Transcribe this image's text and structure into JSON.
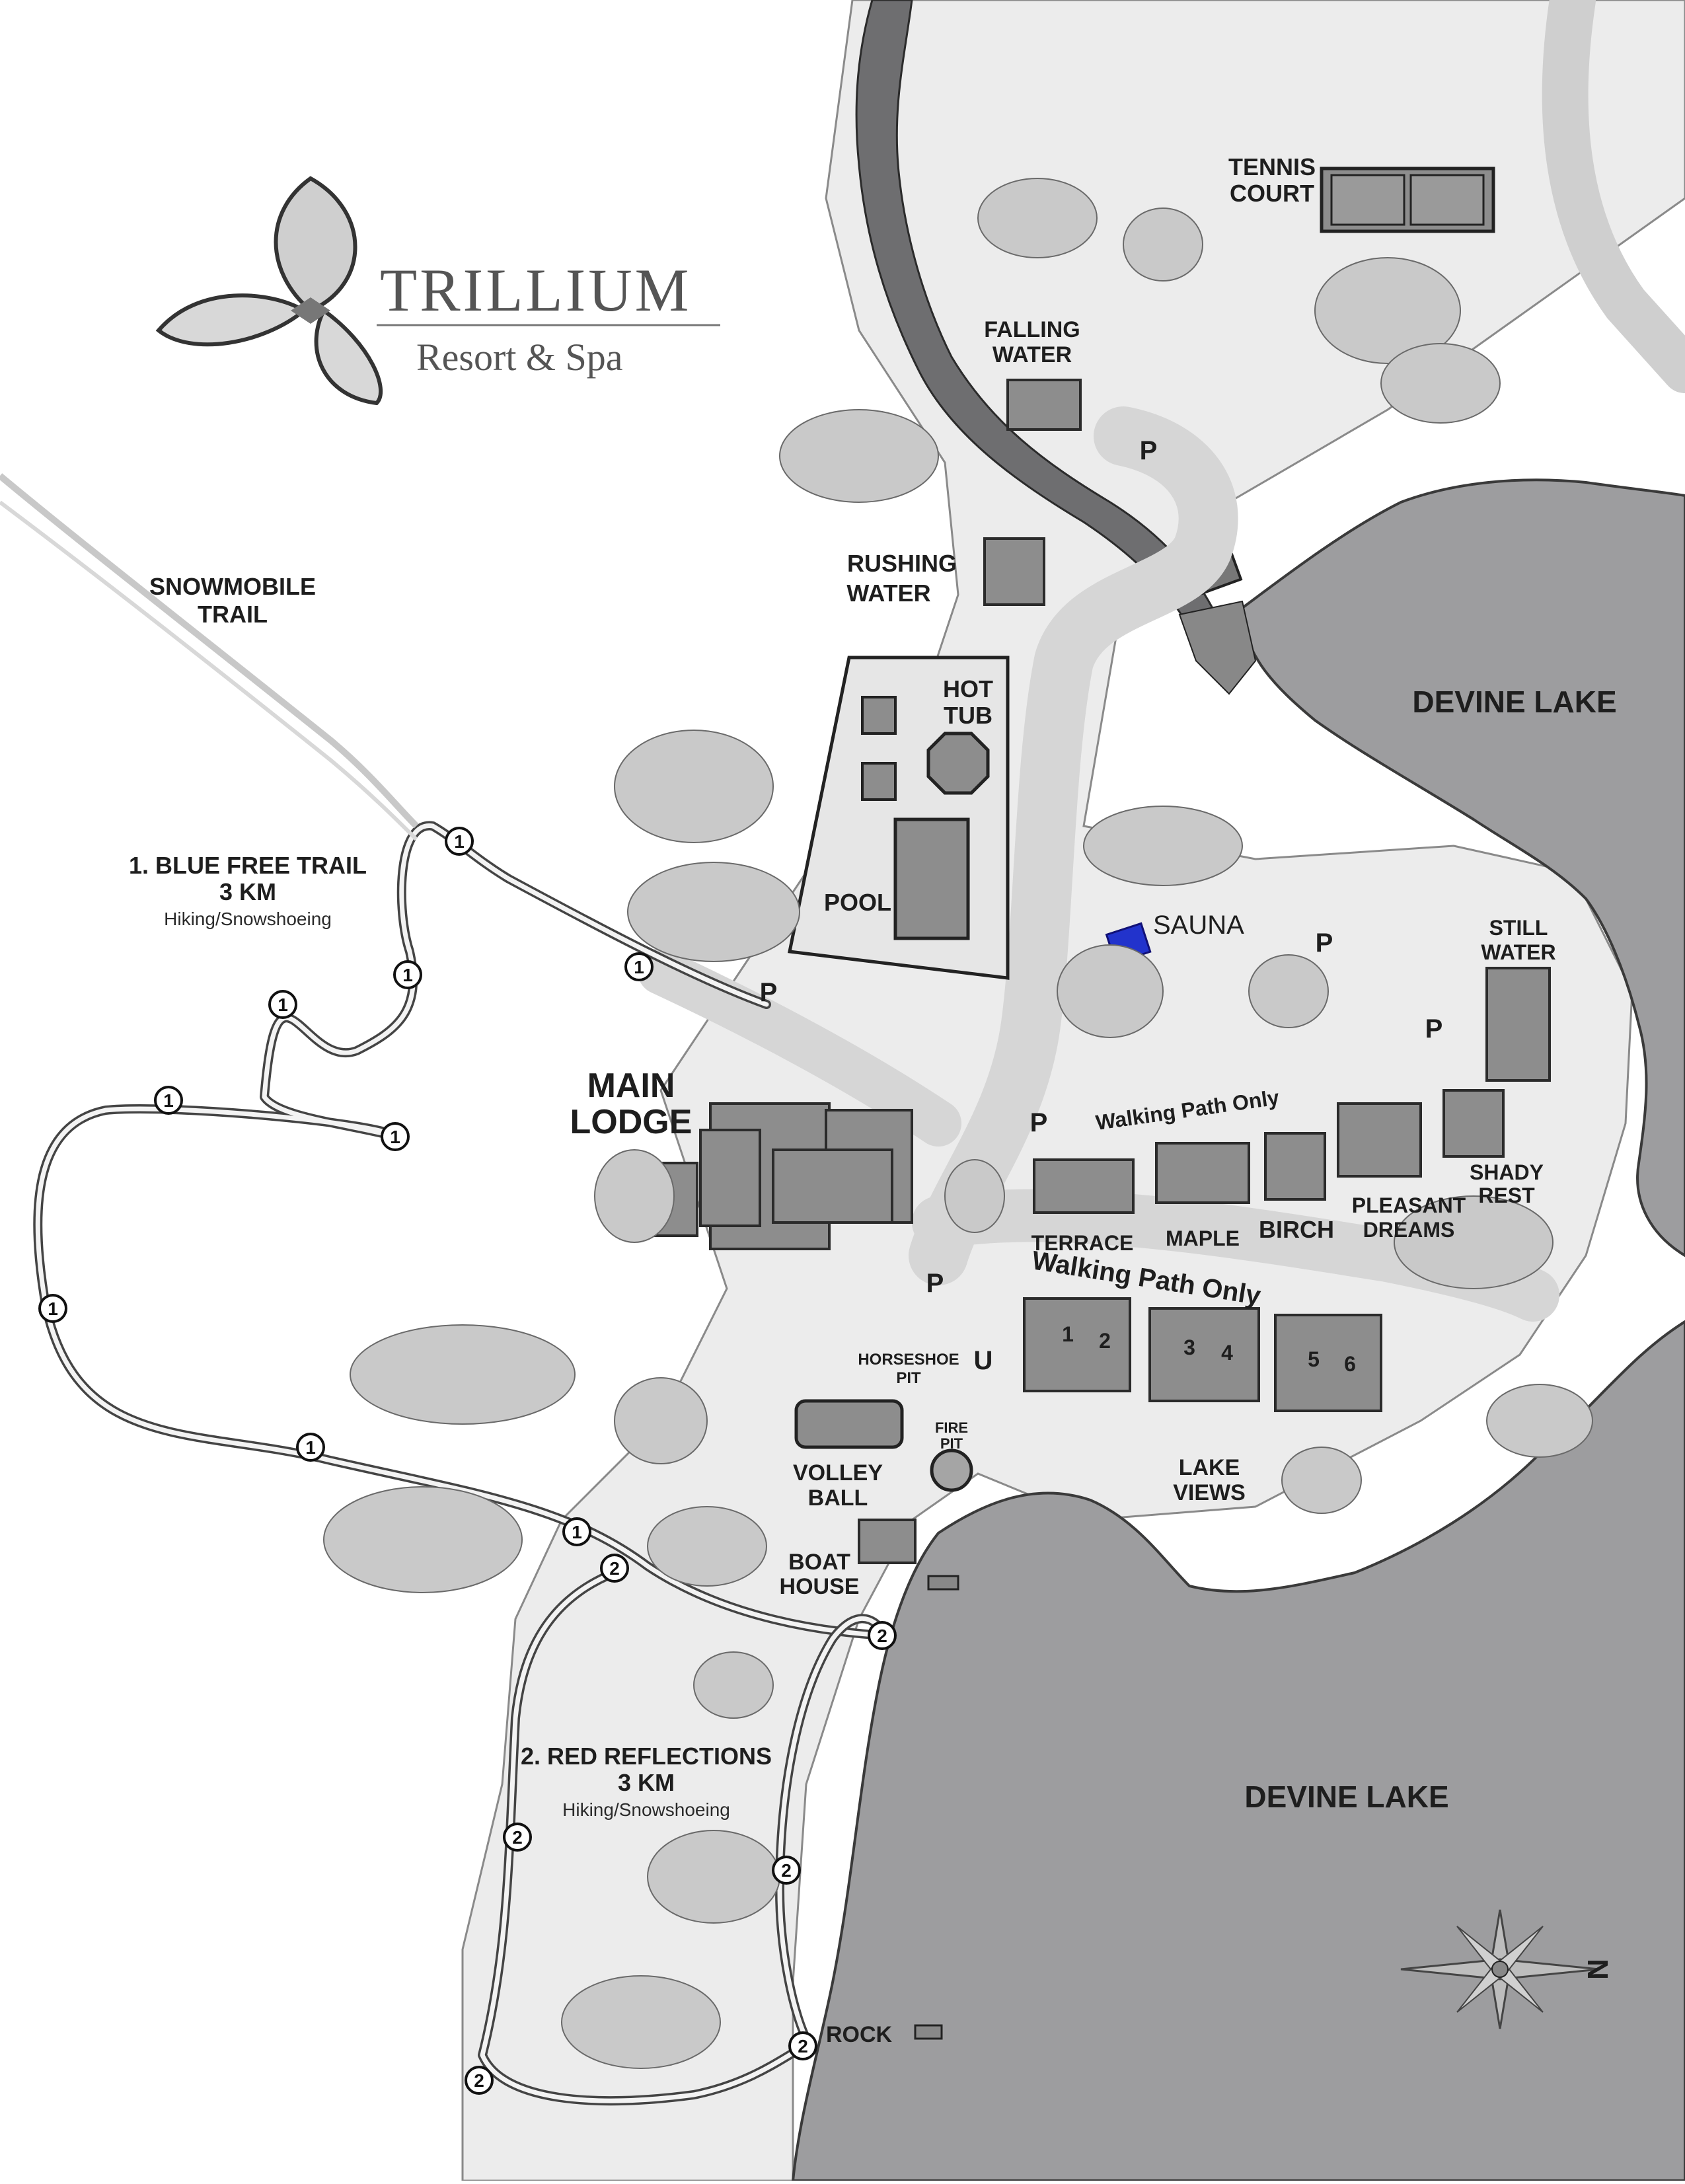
{
  "logo": {
    "name": "TRILLIUM",
    "tagline": "Resort & Spa"
  },
  "colors": {
    "lake": "#9d9d9f",
    "ground": "#e9e9e9",
    "path": "#dcdcdc",
    "building": "#8d8d8d",
    "sauna": "#2233cc",
    "river": "#6e6e70"
  },
  "labels": {
    "snowmobile_trail": [
      "SNOWMOBILE",
      "TRAIL"
    ],
    "tennis_court": [
      "TENNIS",
      "COURT"
    ],
    "falling_water": [
      "FALLING",
      "WATER"
    ],
    "rushing_water": [
      "RUSHING",
      "WATER"
    ],
    "hot_tub": [
      "HOT",
      "TUB"
    ],
    "pool": "POOL",
    "sauna": "SAUNA",
    "devine_lake_north": "DEVINE LAKE",
    "devine_lake_south": "DEVINE LAKE",
    "still_water": [
      "STILL",
      "WATER"
    ],
    "main_lodge": [
      "MAIN",
      "LODGE"
    ],
    "walking_path_1": "Walking Path Only",
    "walking_path_2": "Walking Path Only",
    "terrace": "TERRACE",
    "maple": "MAPLE",
    "birch": "BIRCH",
    "pleasant_dreams": [
      "PLEASANT",
      "DREAMS"
    ],
    "shady_rest": [
      "SHADY",
      "REST"
    ],
    "horseshoe_pit": [
      "HORSESHOE",
      "PIT"
    ],
    "u_turn": "U",
    "fire_pit": [
      "FIRE",
      "PIT"
    ],
    "volley_ball": [
      "VOLLEY",
      "BALL"
    ],
    "lake_views": [
      "LAKE",
      "VIEWS"
    ],
    "boat_house": [
      "BOAT",
      "HOUSE"
    ],
    "rock": "ROCK",
    "parking": "P",
    "compass_north": "N"
  },
  "cabins": {
    "lake_view_numbers": [
      "1",
      "2",
      "3",
      "4",
      "5",
      "6"
    ]
  },
  "trails": [
    {
      "id": "1",
      "name": "1. BLUE FREE TRAIL",
      "distance": "3 KM",
      "use": "Hiking/Snowshoeing"
    },
    {
      "id": "2",
      "name": "2. RED REFLECTIONS",
      "distance": "3 KM",
      "use": "Hiking/Snowshoeing"
    }
  ],
  "trail_markers": {
    "trail1": "1",
    "trail2": "2"
  }
}
